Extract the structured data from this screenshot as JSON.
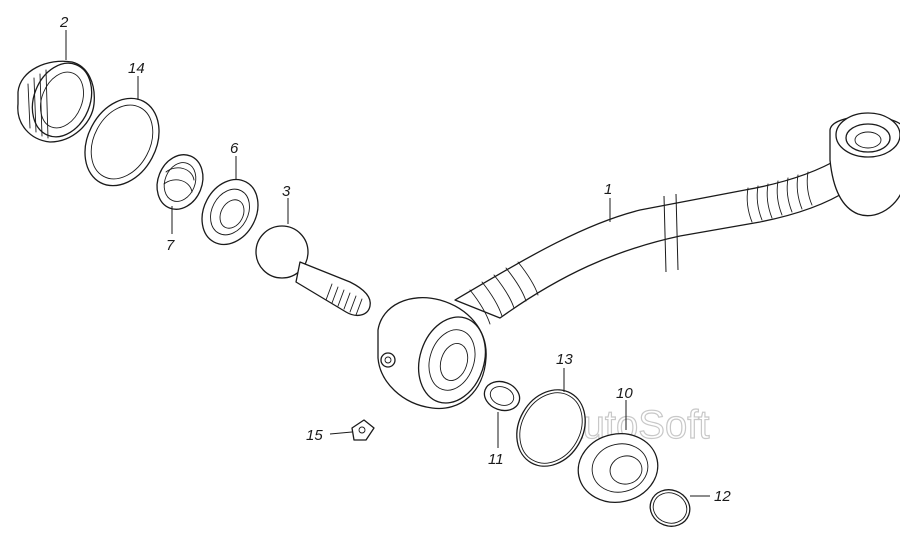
{
  "watermark": "AutoSoft",
  "callouts": {
    "c1": "1",
    "c2": "2",
    "c3": "3",
    "c6": "6",
    "c7": "7",
    "c10": "10",
    "c11": "11",
    "c12": "12",
    "c13": "13",
    "c14": "14",
    "c15": "15"
  }
}
